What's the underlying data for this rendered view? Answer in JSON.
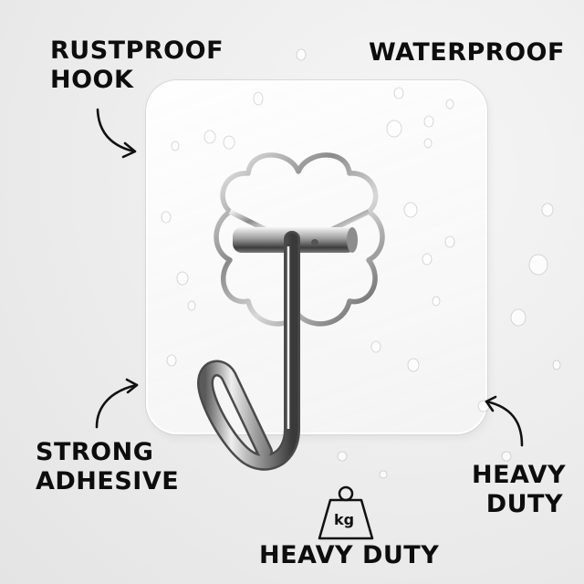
{
  "labels": {
    "rustproof": "RUSTPROOF\nHOOK",
    "rustproof_line1": "RUSTPROOF",
    "rustproof_line2": "HOOK",
    "waterproof": "WATERPROOF",
    "strong_line1": "STRONG",
    "strong_line2": "ADHESIVE",
    "heavy_right_line1": "HEAVY",
    "heavy_right_line2": "DUTY",
    "heavy_bottom": "HEAVY DUTY"
  },
  "weight_icon": {
    "text": "kg",
    "icon": "kettlebell-weight-icon"
  },
  "colors": {
    "text": "#0d0d0d",
    "background": "#ececec",
    "metal": "#9a9a9a"
  }
}
